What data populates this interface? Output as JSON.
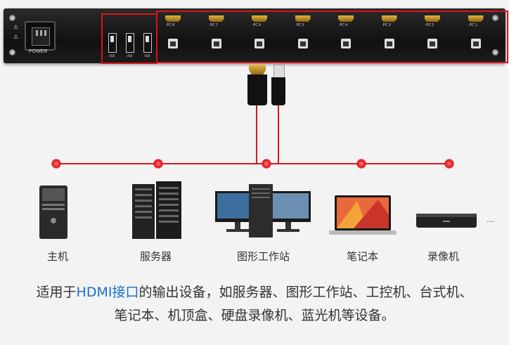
{
  "panel": {
    "power_label": "POWER",
    "usb_port_label": "USB",
    "pc_ports": [
      "PC 8",
      "PC 7",
      "PC 6",
      "PC 5",
      "PC 4",
      "PC 3",
      "PC 2",
      "PC 1"
    ]
  },
  "devices": [
    {
      "label": "主机"
    },
    {
      "label": "服务器"
    },
    {
      "label": "图形工作站"
    },
    {
      "label": "笔记本"
    },
    {
      "label": "录像机"
    }
  ],
  "more_indicator": "...",
  "description": {
    "line1_prefix": "适用于",
    "line1_highlight": "HDMI接口",
    "line1_suffix": "的输出设备，如服务器、图形工作站、工控机、台式机、",
    "line2": "笔记本、机顶盒、硬盘录像机、蓝光机等设备。"
  },
  "colors": {
    "accent_red": "#d4181f",
    "highlight_blue": "#1a6fc8"
  }
}
